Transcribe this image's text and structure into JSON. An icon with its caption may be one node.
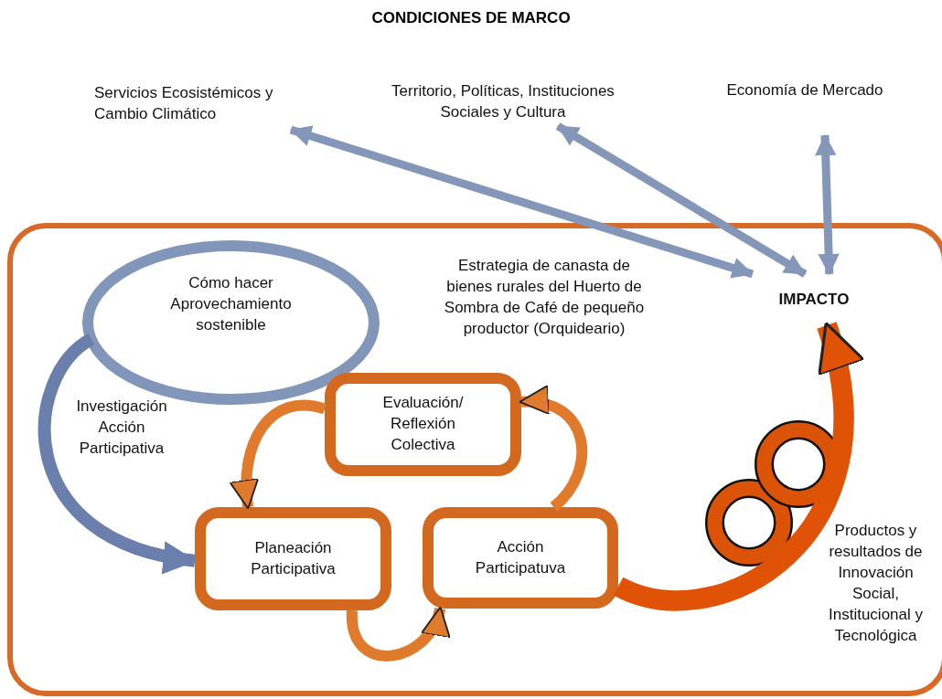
{
  "diagram": {
    "title": "CONDICIONES DE MARCO",
    "nodes": [
      {
        "text": [],
        "shape": "box"
      },
      {
        "text": [
          "Servicios Ecosistémicos y Cambio Climático"
        ]
      },
      {
        "text": [
          "Territorio, Políticas, Instituciones Sociales y Cultura"
        ]
      },
      {
        "text": [
          "Economía de Mercado"
        ]
      },
      {
        "text": [
          "IMPACTO"
        ],
        "in": 0
      },
      {
        "text": [
          "Cómo hacer Aprovechamiento sostenible"
        ],
        "in": 0
      },
      {
        "text": [
          "Evaluación/ Reflexión Colectiva"
        ],
        "in": 0
      },
      {
        "text": [
          "Planeación Participativa"
        ],
        "in": 0
      },
      {
        "text": [
          "Acción Participatuva"
        ],
        "in": 0
      },
      {
        "text": [],
        "shape": "circle",
        "in": 0
      },
      {
        "text": [],
        "shape": "circle",
        "in": 0
      }
    ],
    "edges": [
      {
        "from": 1,
        "to": 4,
        "arrow": "both",
        "color": "#8497b9"
      },
      {
        "from": 2,
        "to": 4,
        "arrow": "both",
        "color": "#8497b9"
      },
      {
        "from": 3,
        "to": 4,
        "arrow": "both",
        "color": "#8497b9"
      },
      {
        "from": 5,
        "to": 7,
        "arrow": "to",
        "label": "Investigación Acción Participativa",
        "color": "#6a7fab"
      },
      {
        "from": 6,
        "to": 7,
        "arrow": "to",
        "color": "#e07b2e"
      },
      {
        "from": 7,
        "to": 8,
        "arrow": "to",
        "color": "#e07b2e"
      },
      {
        "from": 8,
        "to": 6,
        "arrow": "to",
        "color": "#e07b2e"
      },
      {
        "from": 8,
        "to": 4,
        "arrow": "to",
        "style": "thick",
        "color": "#e05206"
      }
    ],
    "labels": [
      "Estrategia de canasta de bienes rurales del Huerto de Sombra de Café de pequeño productor (Orquideario)",
      "Productos y resultados de Innovación Social, Institucional y Tecnológica"
    ]
  }
}
